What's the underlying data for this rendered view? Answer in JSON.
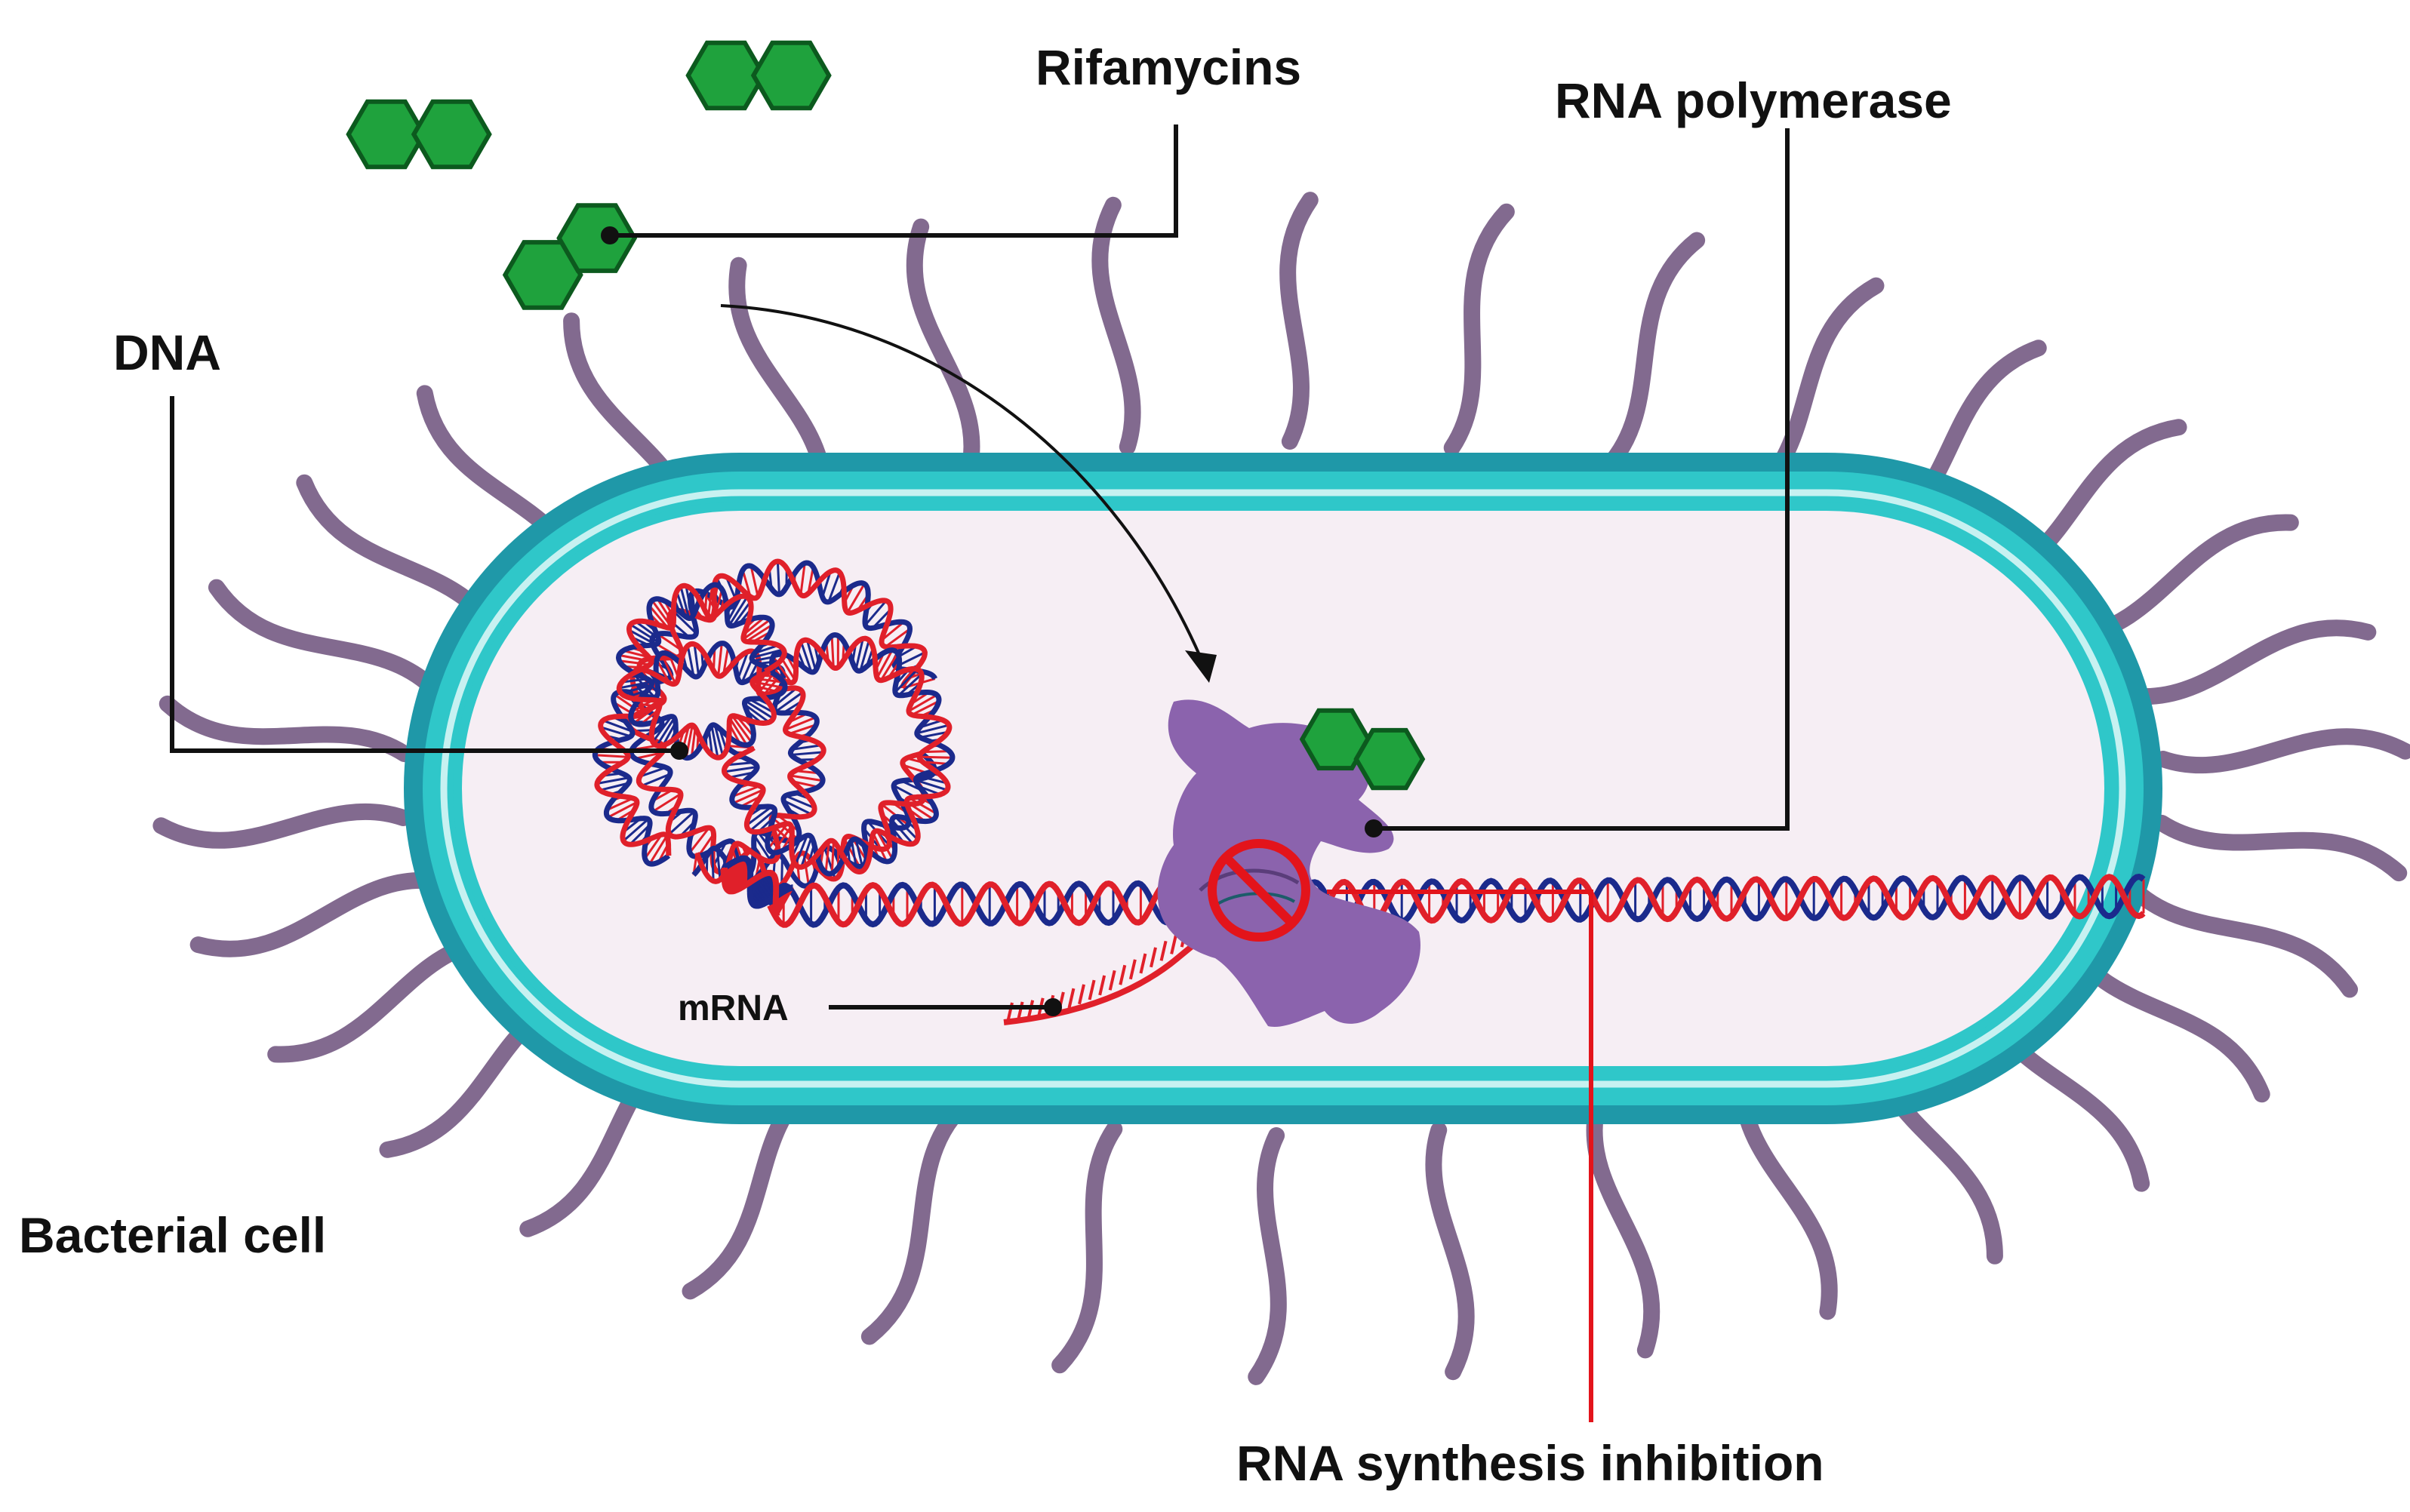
{
  "labels": {
    "rifamycins": "Rifamycins",
    "rna_polymerase": "RNA polymerase",
    "dna": "DNA",
    "mrna": "mRNA",
    "bacterial_cell": "Bacterial cell",
    "rna_synthesis_inhibition": "RNA synthesis inhibition"
  },
  "colors": {
    "cell_wall_outer": "#1f98a8",
    "cell_wall_inner": "#2fc7c9",
    "cell_wall_highlight": "#c7f1f1",
    "cytoplasm": "#f6eef4",
    "flagella": "#826a8f",
    "dna_strand_red": "#e0202a",
    "dna_strand_blue": "#1b2a8c",
    "rifamycin_fill": "#1fa23d",
    "rifamycin_stroke": "#0c5a1e",
    "polymerase": "#8b63ad",
    "inhibition": "#e3141b",
    "leader_line": "#111111"
  },
  "icons": {
    "rifamycin": "hexagon-pair-icon",
    "inhibition": "prohibition-icon",
    "polymerase": "enzyme-blob-icon"
  }
}
